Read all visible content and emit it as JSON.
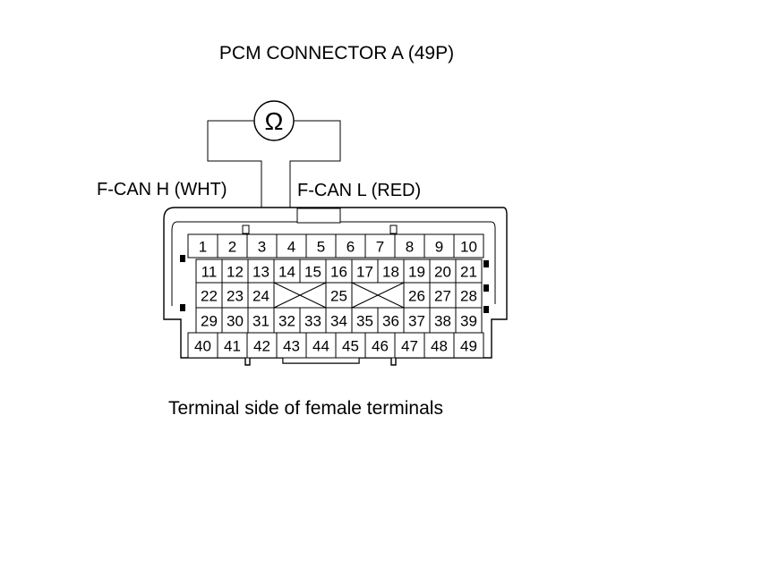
{
  "title": "PCM CONNECTOR A (49P)",
  "ohmmeter_symbol": "Ω",
  "probe_labels": {
    "left": "F-CAN H (WHT)",
    "right": "F-CAN L (RED)"
  },
  "caption": "Terminal side of female terminals",
  "terminal_rows": [
    [
      "1",
      "2",
      "3",
      "4",
      "5",
      "6",
      "7",
      "8",
      "9",
      "10"
    ],
    [
      "11",
      "12",
      "13",
      "14",
      "15",
      "16",
      "17",
      "18",
      "19",
      "20",
      "21"
    ],
    [
      "22",
      "23",
      "24",
      "",
      "25",
      "",
      "26",
      "27",
      "28"
    ],
    [
      "29",
      "30",
      "31",
      "32",
      "33",
      "34",
      "35",
      "36",
      "37",
      "38",
      "39"
    ],
    [
      "40",
      "41",
      "42",
      "43",
      "44",
      "45",
      "46",
      "47",
      "48",
      "49"
    ]
  ],
  "probed_terminals": [
    "3",
    "4"
  ]
}
